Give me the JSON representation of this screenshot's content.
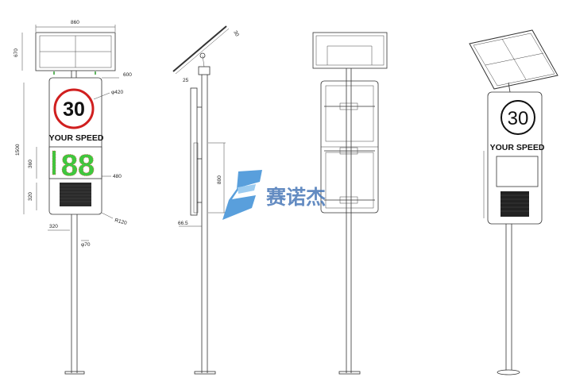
{
  "dimensions": {
    "panel_width": "860",
    "panel_height": "670",
    "sign_width": "600",
    "roundel_diameter": "φ420",
    "total_height": "1500",
    "digit_height": "360",
    "digit_width": "480",
    "speaker_height": "320",
    "corner_radius": "R120",
    "base_width": "320",
    "pole_diameter": "φ70",
    "tilt_angle": "30",
    "offset_top": "25",
    "bracket_height": "800",
    "offset_bottom": "66.5"
  },
  "sign": {
    "speed_limit": "30",
    "label": "YOUR SPEED",
    "digits": "88"
  },
  "iso_sign": {
    "speed_limit": "30",
    "label": "YOUR SPEED"
  },
  "watermark": {
    "text": "赛诺杰",
    "logo_color": "#3d8fd6"
  },
  "colors": {
    "roundel_red": "#d01f1f",
    "digit_green": "#3ec83e",
    "digit_red": "#e03030",
    "line": "#333333"
  }
}
